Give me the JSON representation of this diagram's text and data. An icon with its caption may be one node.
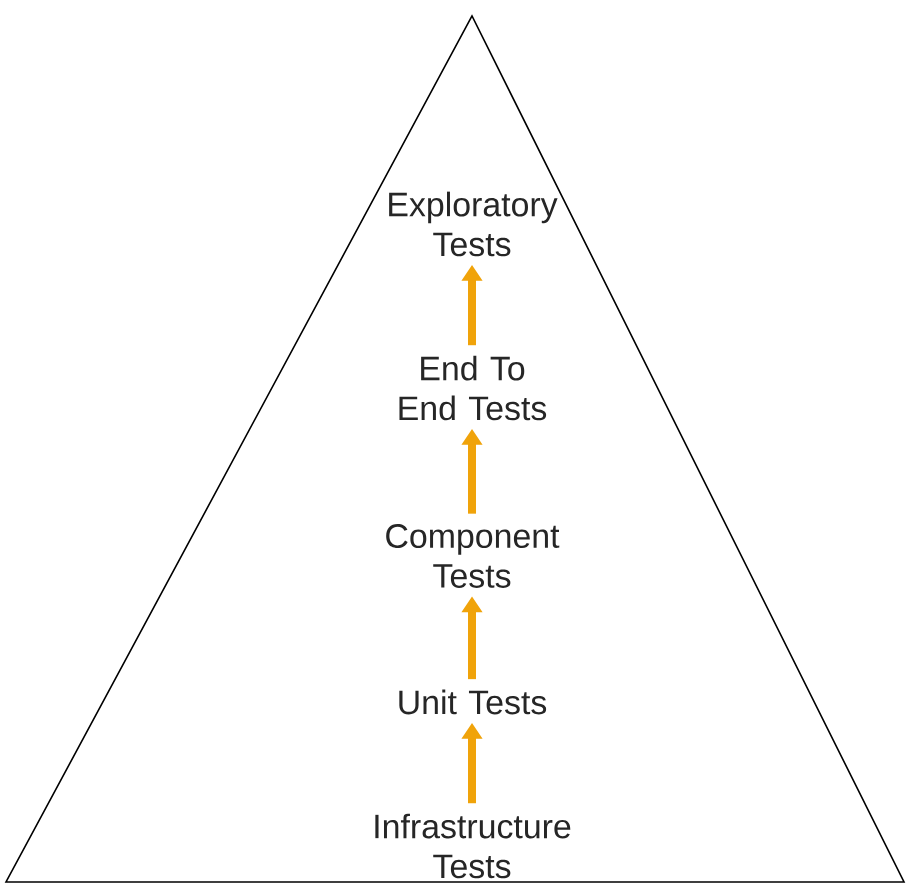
{
  "diagram": {
    "nodes": [
      {
        "text": [],
        "shape": "triangle"
      },
      {
        "text": [
          "Exploratory Tests"
        ],
        "in": 0
      },
      {
        "text": [
          "End To End Tests"
        ],
        "in": 0
      },
      {
        "text": [
          "Component Tests"
        ],
        "in": 0
      },
      {
        "text": [
          "Unit Tests"
        ],
        "in": 0
      },
      {
        "text": [
          "Infrastructure Tests"
        ],
        "in": 0
      }
    ],
    "edges": [
      {
        "from": 5,
        "to": 4,
        "arrow": "to"
      },
      {
        "from": 4,
        "to": 3,
        "arrow": "to"
      },
      {
        "from": 3,
        "to": 2,
        "arrow": "to"
      },
      {
        "from": 2,
        "to": 1,
        "arrow": "to"
      }
    ]
  }
}
